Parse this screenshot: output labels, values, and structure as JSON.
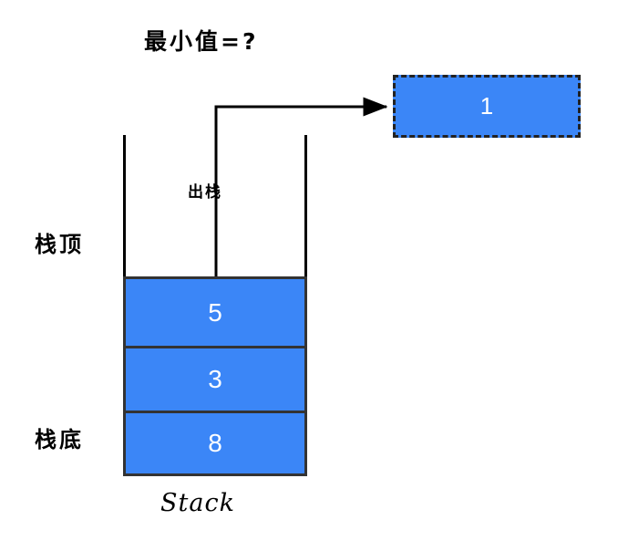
{
  "diagram": {
    "title": "最小值=?",
    "stack_name": "Stack",
    "pop_label": "出栈",
    "top_label": "栈顶",
    "bottom_label": "栈底",
    "colors": {
      "cell_fill": "#3b86f7",
      "cell_border": "#333333",
      "popped_border": "#222222",
      "wall": "#000000",
      "value_text": "#ffffff",
      "label_text": "#000000",
      "background": "#ffffff"
    },
    "stack": {
      "cells": [
        {
          "value": "5",
          "position": "top"
        },
        {
          "value": "3",
          "position": "middle"
        },
        {
          "value": "8",
          "position": "bottom"
        }
      ]
    },
    "popped": {
      "value": "1",
      "border_style": "dashed"
    }
  }
}
